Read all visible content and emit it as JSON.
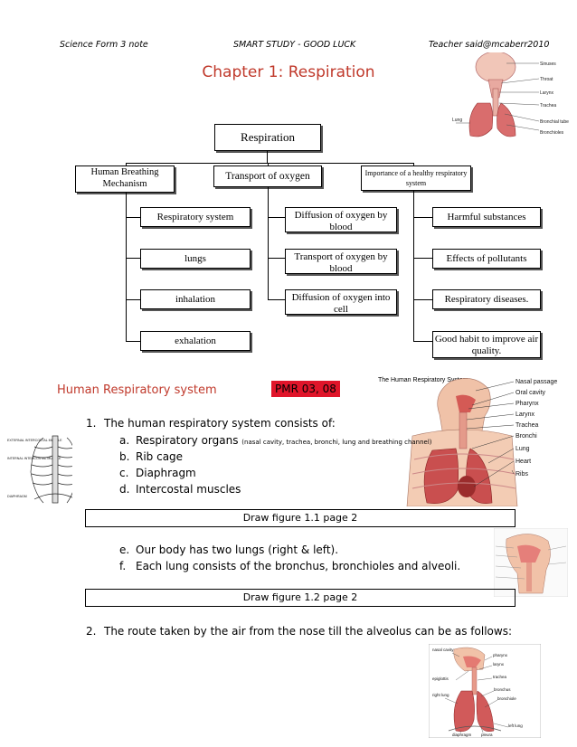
{
  "header": {
    "left": "Science Form 3 note",
    "center": "SMART STUDY - GOOD LUCK",
    "right": "Teacher said@mcaberr2010"
  },
  "chapter_title": "Chapter 1: Respiration",
  "mindmap": {
    "root": "Respiration",
    "branches": [
      "Human Breathing Mechanism",
      "Transport of oxygen",
      "Importance of a healthy respiratory system"
    ],
    "col1": [
      "Respiratory system",
      "lungs",
      "inhalation",
      "exhalation"
    ],
    "col2": [
      "Diffusion of oxygen by blood",
      "Transport of oxygen by blood",
      "Diffusion of oxygen into cell"
    ],
    "col3": [
      "Harmful substances",
      "Effects of pollutants",
      "Respiratory diseases.",
      "Good habit to improve air quality."
    ]
  },
  "section": {
    "title": "Human Respiratory system",
    "badge": "PMR 03, 08"
  },
  "list1": {
    "intro_num": "1.",
    "intro": "The human respiratory system consists of:",
    "items": [
      {
        "label": "a.",
        "text": "Respiratory organs",
        "note": "(nasal cavity, trachea, bronchi, lung and breathing channel)"
      },
      {
        "label": "b.",
        "text": "Rib cage"
      },
      {
        "label": "c.",
        "text": "Diaphragm"
      },
      {
        "label": "d.",
        "text": "Intercostal muscles"
      }
    ]
  },
  "draw1": "Draw figure  1.1 page 2",
  "list2": [
    {
      "label": "e.",
      "text": "Our body has two lungs (right & left)."
    },
    {
      "label": "f.",
      "text": "Each lung consists of the bronchus, bronchioles and alveoli."
    }
  ],
  "draw2": "Draw figure  1.2  page 2",
  "item2": {
    "num": "2.",
    "text": "The route taken by the air from the nose till the alveolus can be as follows:"
  },
  "fig_top": {
    "labels": [
      "Sinuses",
      "Throat",
      "Larynx",
      "Trachea",
      "Bronchial tube",
      "Bronchioles",
      "Lung"
    ]
  },
  "fig_main": {
    "title": "The Human Respiratory System",
    "labels": [
      "Nasal passage",
      "Oral cavity",
      "Pharynx",
      "Larynx",
      "Trachea",
      "Bronchi",
      "Lung",
      "Heart",
      "Ribs"
    ]
  },
  "fig_rib": {
    "labels": [
      "EXTERNAL INTERCOSTAL MUSCLE",
      "INTERNAL INTERCOSTAL MUSCLE",
      "DIAPHRAGM"
    ]
  },
  "fig_bottom": {
    "labels": [
      "nasal cavity",
      "pharynx",
      "larynx",
      "trachea",
      "epiglottis",
      "right lung",
      "bronchus",
      "bronchiole",
      "diaphragm",
      "pleura",
      "left lung"
    ]
  },
  "colors": {
    "accent": "#c0392b",
    "badge": "#e0152a"
  }
}
